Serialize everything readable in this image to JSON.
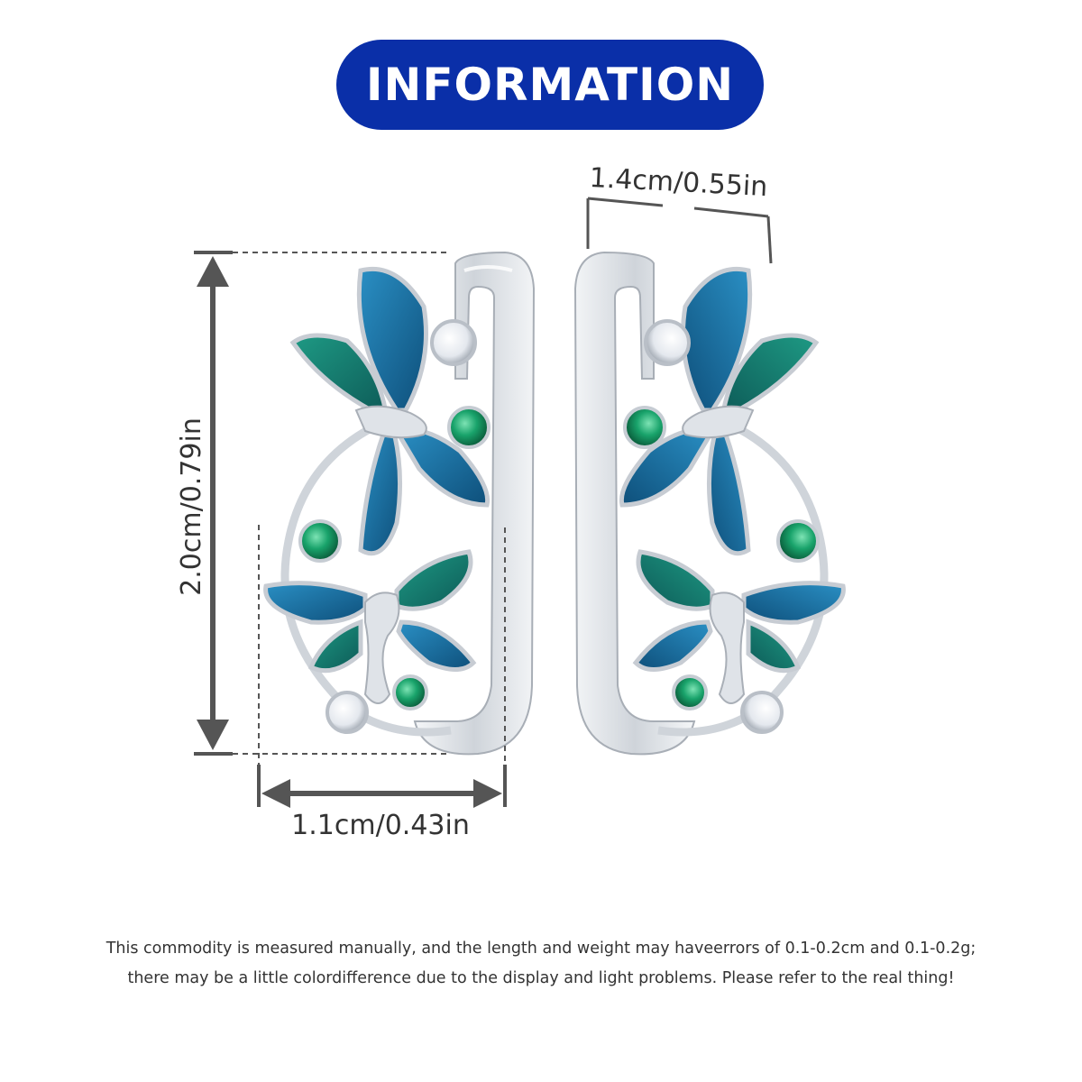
{
  "banner": {
    "title": "INFORMATION"
  },
  "dimensions": {
    "height_label": "2.0cm/0.79in",
    "width_label": "1.1cm/0.43in",
    "depth_label": "1.4cm/0.55in"
  },
  "note": {
    "line1": "This commodity is measured manually, and the length and weight may haveerrors of 0.1-0.2cm and 0.1-0.2g;",
    "line2": "there may be a little colordifference due to the display and light problems. Please refer to the real thing!"
  },
  "colors": {
    "banner": "#0a2fa8",
    "dimension_lines": "#555555",
    "enamel_blue": "#1f6fa3",
    "enamel_green": "#157a6a",
    "emerald": "#19a36b",
    "silver": "#d9dde2"
  }
}
